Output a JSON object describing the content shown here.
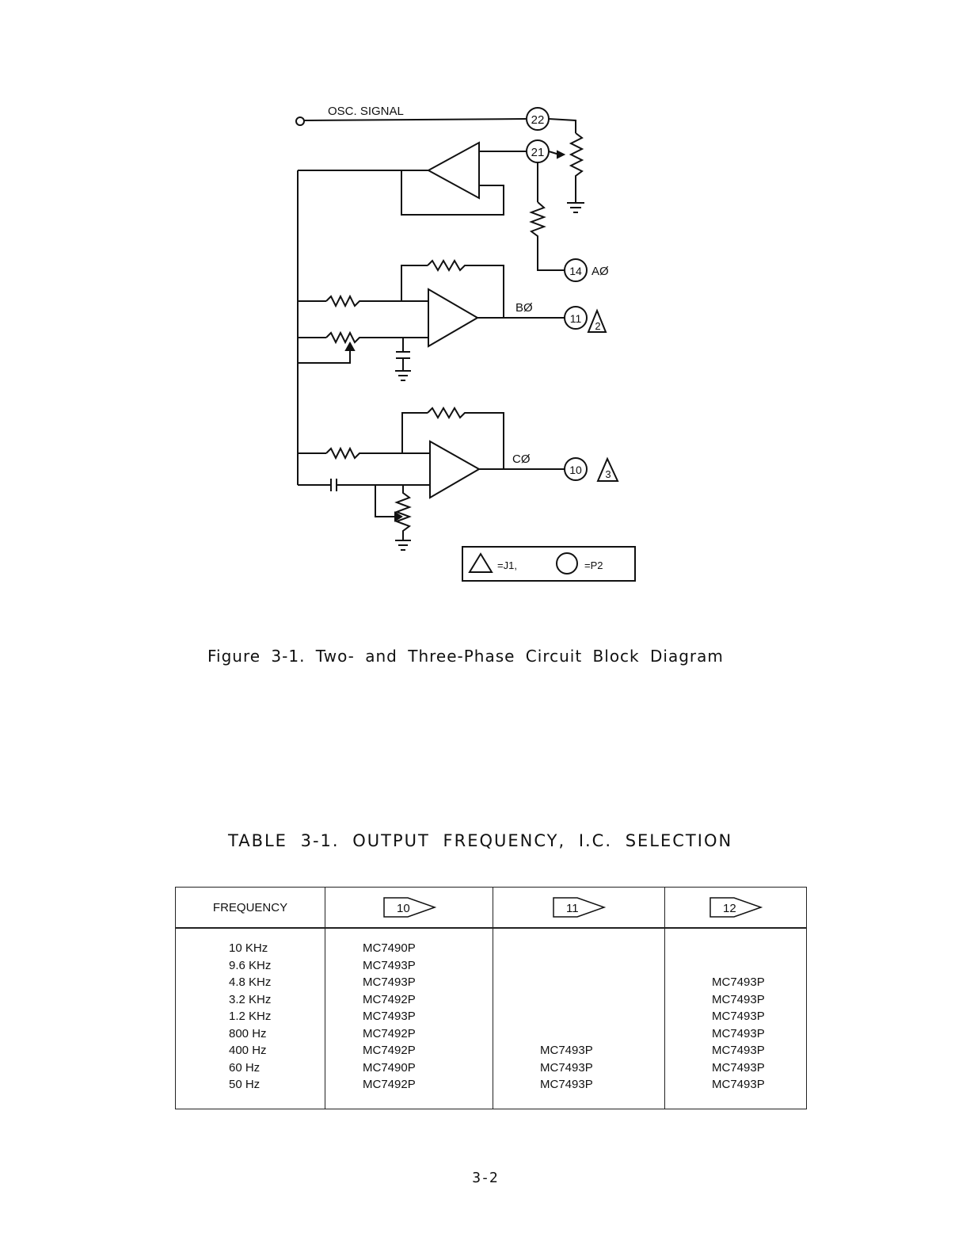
{
  "figure": {
    "labels": {
      "osc_signal": "OSC. SIGNAL",
      "pin22": "22",
      "pin21": "21",
      "pin14": "14",
      "pin11": "11",
      "pin10": "10",
      "a_phase": "AØ",
      "b_phase": "BØ",
      "c_phase": "CØ",
      "j1_2": "2",
      "j1_3": "3",
      "legend_j1": "=J1,",
      "legend_p2": "=P2"
    },
    "caption": "Figure 3-1.  Two- and Three-Phase Circuit Block Diagram"
  },
  "table": {
    "title": "TABLE 3-1.  OUTPUT FREQUENCY, I.C. SELECTION",
    "headers": [
      "FREQUENCY",
      "10",
      "11",
      "12"
    ],
    "frequencies": [
      "10 KHz",
      "9.6 KHz",
      "4.8 KHz",
      "3.2 KHz",
      "1.2 KHz",
      "800 Hz",
      "400 Hz",
      "60 Hz",
      "50 Hz"
    ],
    "col10": [
      "MC7490P",
      "MC7493P",
      "MC7493P",
      "MC7492P",
      "MC7493P",
      "MC7492P",
      "MC7492P",
      "MC7490P",
      "MC7492P"
    ],
    "col11": [
      "",
      "",
      "",
      "",
      "",
      "",
      "MC7493P",
      "MC7493P",
      "MC7493P"
    ],
    "col12": [
      "",
      "",
      "MC7493P",
      "MC7493P",
      "MC7493P",
      "MC7493P",
      "MC7493P",
      "MC7493P",
      "MC7493P"
    ]
  },
  "page_number": "3-2"
}
